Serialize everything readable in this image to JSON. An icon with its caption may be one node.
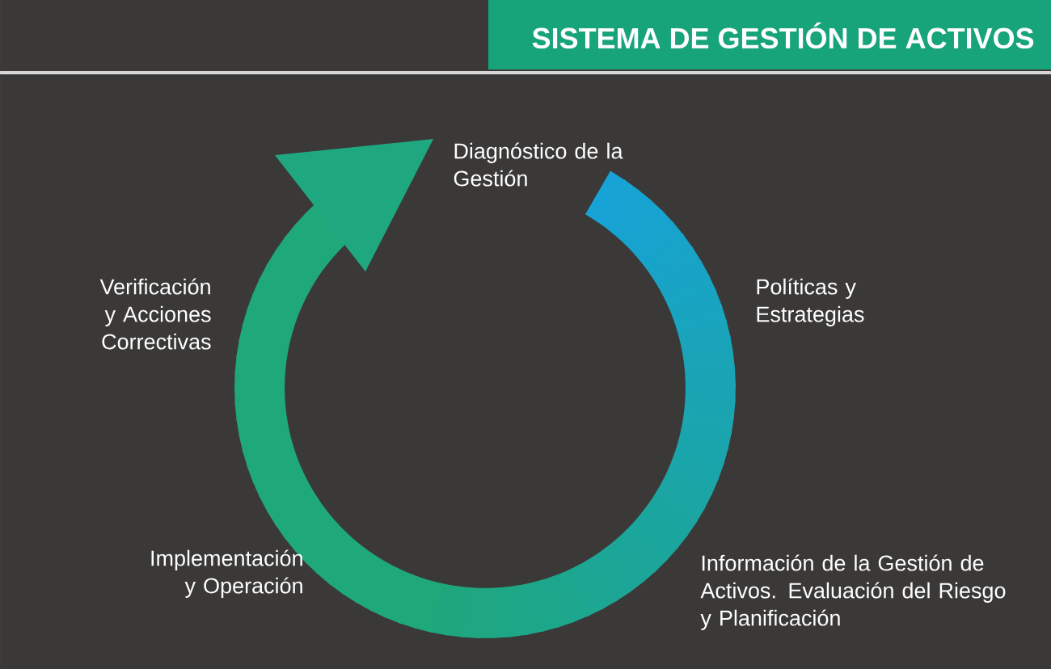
{
  "diagram": {
    "title": "SISTEMA DE GESTIÓN DE ACTIVOS",
    "labels": [
      "Diagnóstico de la Gestión",
      "Verificación y Acciones Correctivas",
      "Políticas y Estrategias",
      "Implementación y Operación",
      "Información de la Gestión de Activos. Evaluación del Riesgo y Planificación"
    ]
  }
}
